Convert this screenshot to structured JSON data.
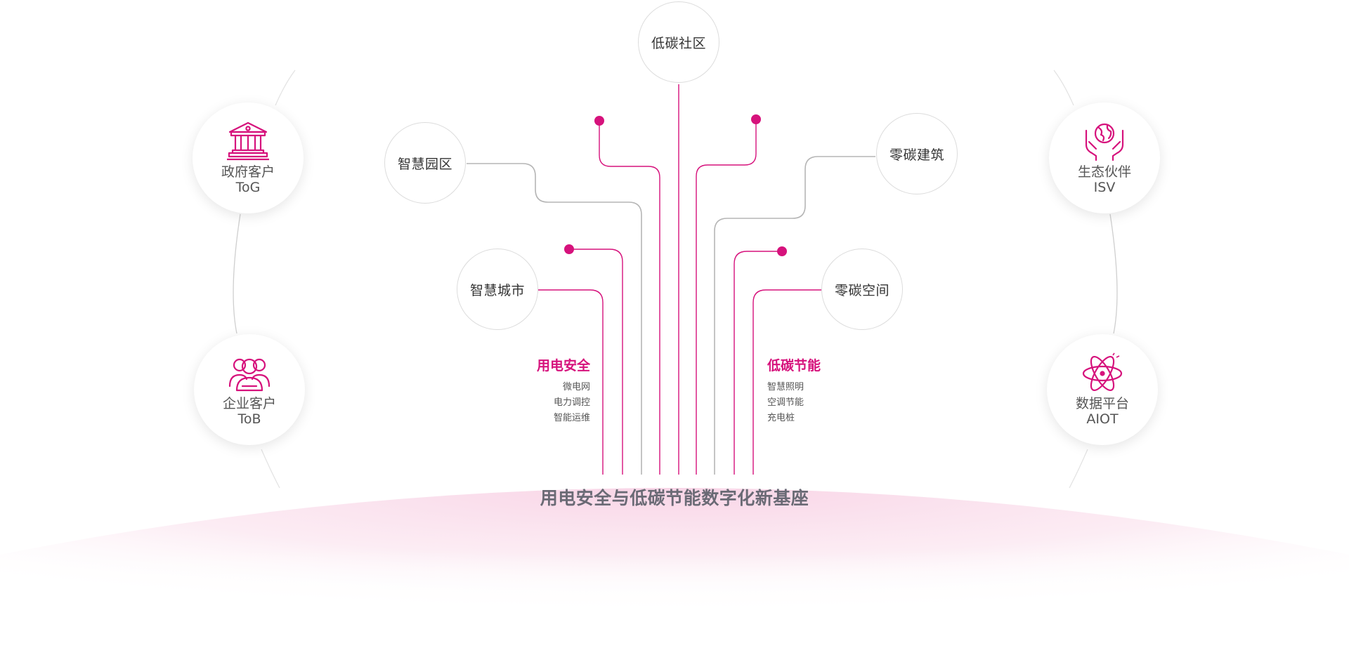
{
  "colors": {
    "accent": "#d6127c",
    "wire_gray": "#b5b5b5",
    "circle_border": "#dcdcdc",
    "base_pink": "#fbe3ef"
  },
  "nodes": {
    "community": "低碳社区",
    "park": "智慧园区",
    "building": "零碳建筑",
    "city": "智慧城市",
    "space": "零碳空间"
  },
  "clients": {
    "gov": {
      "line1": "政府客户",
      "line2": "ToG",
      "icon": "government-building-icon"
    },
    "ent": {
      "line1": "企业客户",
      "line2": "ToB",
      "icon": "people-group-icon"
    },
    "eco": {
      "line1": "生态伙伴",
      "line2": "ISV",
      "icon": "hands-globe-icon"
    },
    "data": {
      "line1": "数据平台",
      "line2": "AIOT",
      "icon": "atom-icon"
    }
  },
  "blocks": {
    "safety": {
      "title": "用电安全",
      "items": [
        "微电网",
        "电力调控",
        "智能运维"
      ]
    },
    "lowcarbon": {
      "title": "低碳节能",
      "items": [
        "智慧照明",
        "空调节能",
        "充电桩"
      ]
    }
  },
  "base": {
    "title": "用电安全与低碳节能数字化新基座"
  }
}
